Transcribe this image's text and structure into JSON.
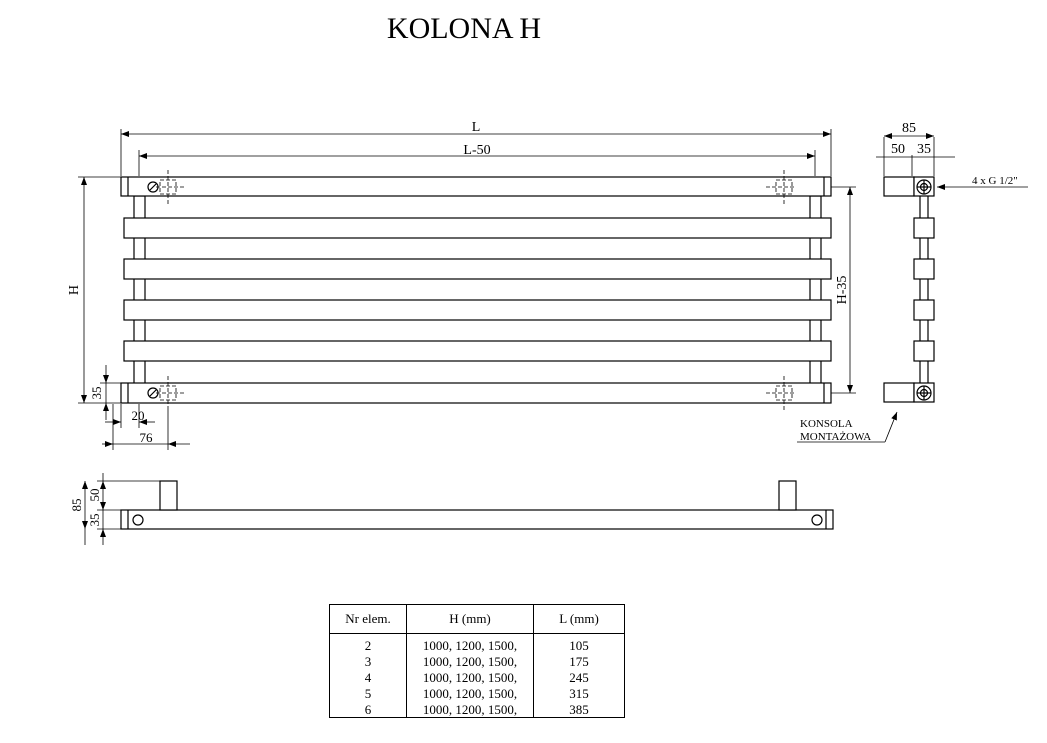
{
  "title": "KOLONA H",
  "dimensions": {
    "total_length": "L",
    "inner_length": "L-50",
    "height": "H",
    "inner_height": "H-35",
    "bottom_offset": "35",
    "side_offset": "20",
    "bracket_offset": "76",
    "side_depth": "85",
    "side_depth_left": "50",
    "side_depth_right": "35",
    "connection": "4 x G 1/2\"",
    "bracket_label_1": "KONSOLA",
    "bracket_label_2": "MONTAŻOWA",
    "top_depth": "85",
    "top_depth_upper": "50",
    "top_depth_lower": "35"
  },
  "table": {
    "headers": [
      "Nr elem.",
      "H (mm)",
      "L (mm)"
    ],
    "rows": [
      [
        "2",
        "1000, 1200, 1500,",
        "105"
      ],
      [
        "3",
        "1000, 1200, 1500,",
        "175"
      ],
      [
        "4",
        "1000, 1200, 1500,",
        "245"
      ],
      [
        "5",
        "1000, 1200, 1500,",
        "315"
      ],
      [
        "6",
        "1000, 1200, 1500,",
        "385"
      ]
    ]
  }
}
